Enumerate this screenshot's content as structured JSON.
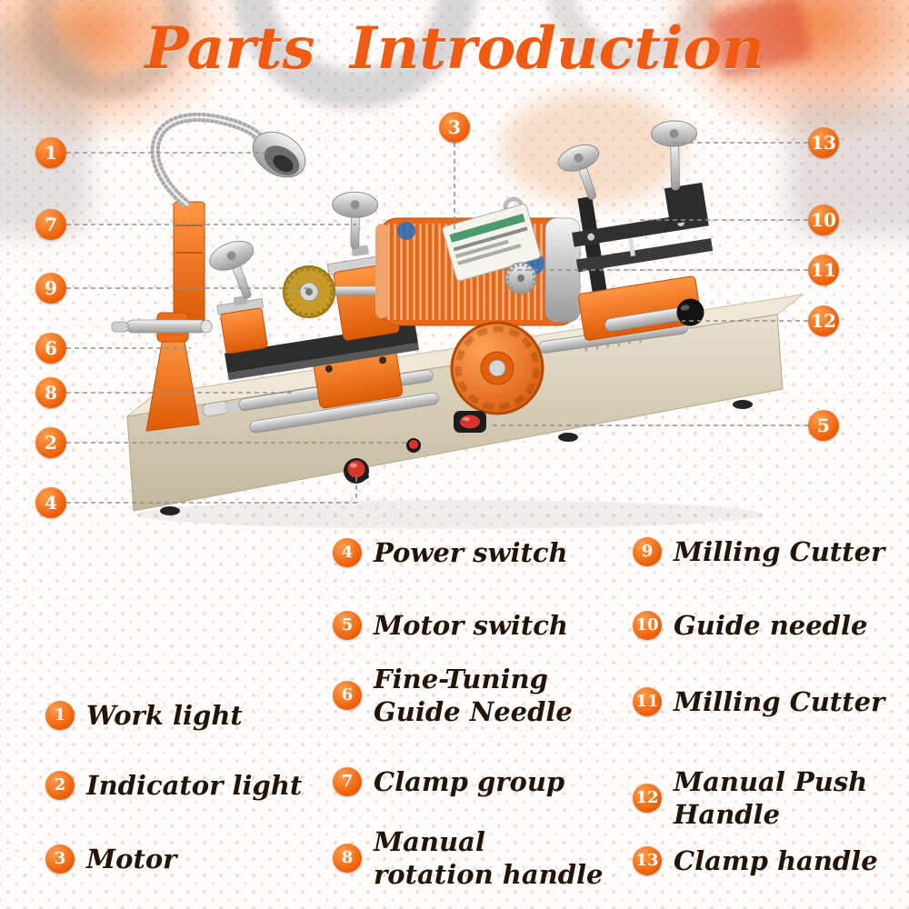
{
  "title": "Parts Introduction",
  "colors": {
    "accent": "#f05a12",
    "badge": "#ee5c02",
    "text": "#221406",
    "leader_line": "#909090",
    "machine_orange": "#e86212",
    "machine_base": "#d7cdb8"
  },
  "callouts": [
    {
      "num": "1"
    },
    {
      "num": "2"
    },
    {
      "num": "3"
    },
    {
      "num": "4"
    },
    {
      "num": "5"
    },
    {
      "num": "6"
    },
    {
      "num": "7"
    },
    {
      "num": "8"
    },
    {
      "num": "9"
    },
    {
      "num": "10"
    },
    {
      "num": "11"
    },
    {
      "num": "12"
    },
    {
      "num": "13"
    }
  ],
  "legend": {
    "left": [
      {
        "num": "1",
        "label": "Work light"
      },
      {
        "num": "2",
        "label": "Indicator light"
      },
      {
        "num": "3",
        "label": "Motor"
      }
    ],
    "middle": [
      {
        "num": "4",
        "label": "Power switch"
      },
      {
        "num": "5",
        "label": "Motor switch"
      },
      {
        "num": "6",
        "label": "Fine-Tuning Guide Needle"
      },
      {
        "num": "7",
        "label": "Clamp group"
      },
      {
        "num": "8",
        "label": "Manual rotation handle"
      }
    ],
    "right": [
      {
        "num": "9",
        "label": "Milling Cutter"
      },
      {
        "num": "10",
        "label": "Guide needle"
      },
      {
        "num": "11",
        "label": "Milling Cutter"
      },
      {
        "num": "12",
        "label": "Manual Push Handle"
      },
      {
        "num": "13",
        "label": "Clamp handle"
      }
    ]
  }
}
